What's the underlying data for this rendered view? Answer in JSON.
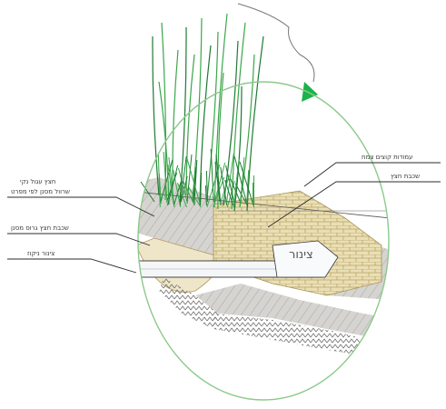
{
  "labels": {
    "left_1a": "חצץ עגול נקי",
    "left_1b": "שרוול מסנן לפי מפרט",
    "left_2": "שכבת חצץ גרוס מסנן",
    "left_3": "צינור ניקוז",
    "right_1": "עמודות קוצים צמח",
    "right_2": "שכבת חצץ",
    "pipe_text": "צינור"
  },
  "colors": {
    "ellipse": "#8cc98c",
    "grass": "#3aa64a",
    "grass_dark": "#1e7a32",
    "gravel": "#d8d6d2",
    "sand": "#e9dcb3",
    "pipe": "#f4f6f8",
    "leader": "#2b2b2b",
    "arrow": "#19b34a"
  }
}
